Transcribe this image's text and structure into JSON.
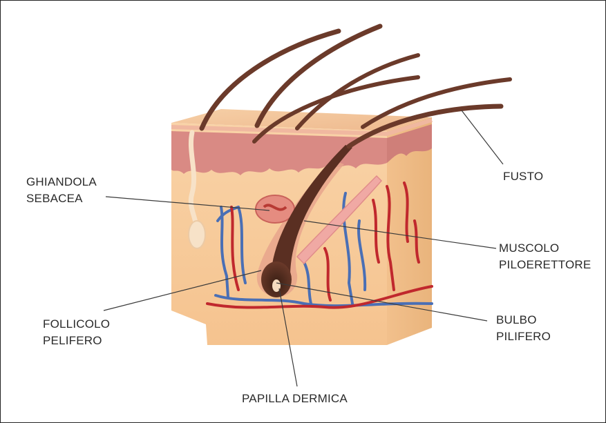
{
  "labels": {
    "fusto": "FUSTO",
    "ghiandola_sebacea": [
      "GHIANDOLA",
      "SEBACEA"
    ],
    "muscolo_piloerettore": [
      "MUSCOLO",
      "PILOERETTORE"
    ],
    "follicolo_pelifero": [
      "FOLLICOLO",
      "PELIFERO"
    ],
    "bulbo_pilifero": [
      "BULBO",
      "PILIFERO"
    ],
    "papilla_dermica": "PAPILLA DERMICA"
  },
  "colors": {
    "skin_top": "#f3c79c",
    "skin_front": "#f8d2a4",
    "skin_side": "#edbd88",
    "epidermis": "#d98a84",
    "hair": "#6b3a2a",
    "artery": "#c0282d",
    "vein": "#4a6fb5",
    "leader_line": "#3a3a3a",
    "label_text": "#2a2a2a"
  }
}
